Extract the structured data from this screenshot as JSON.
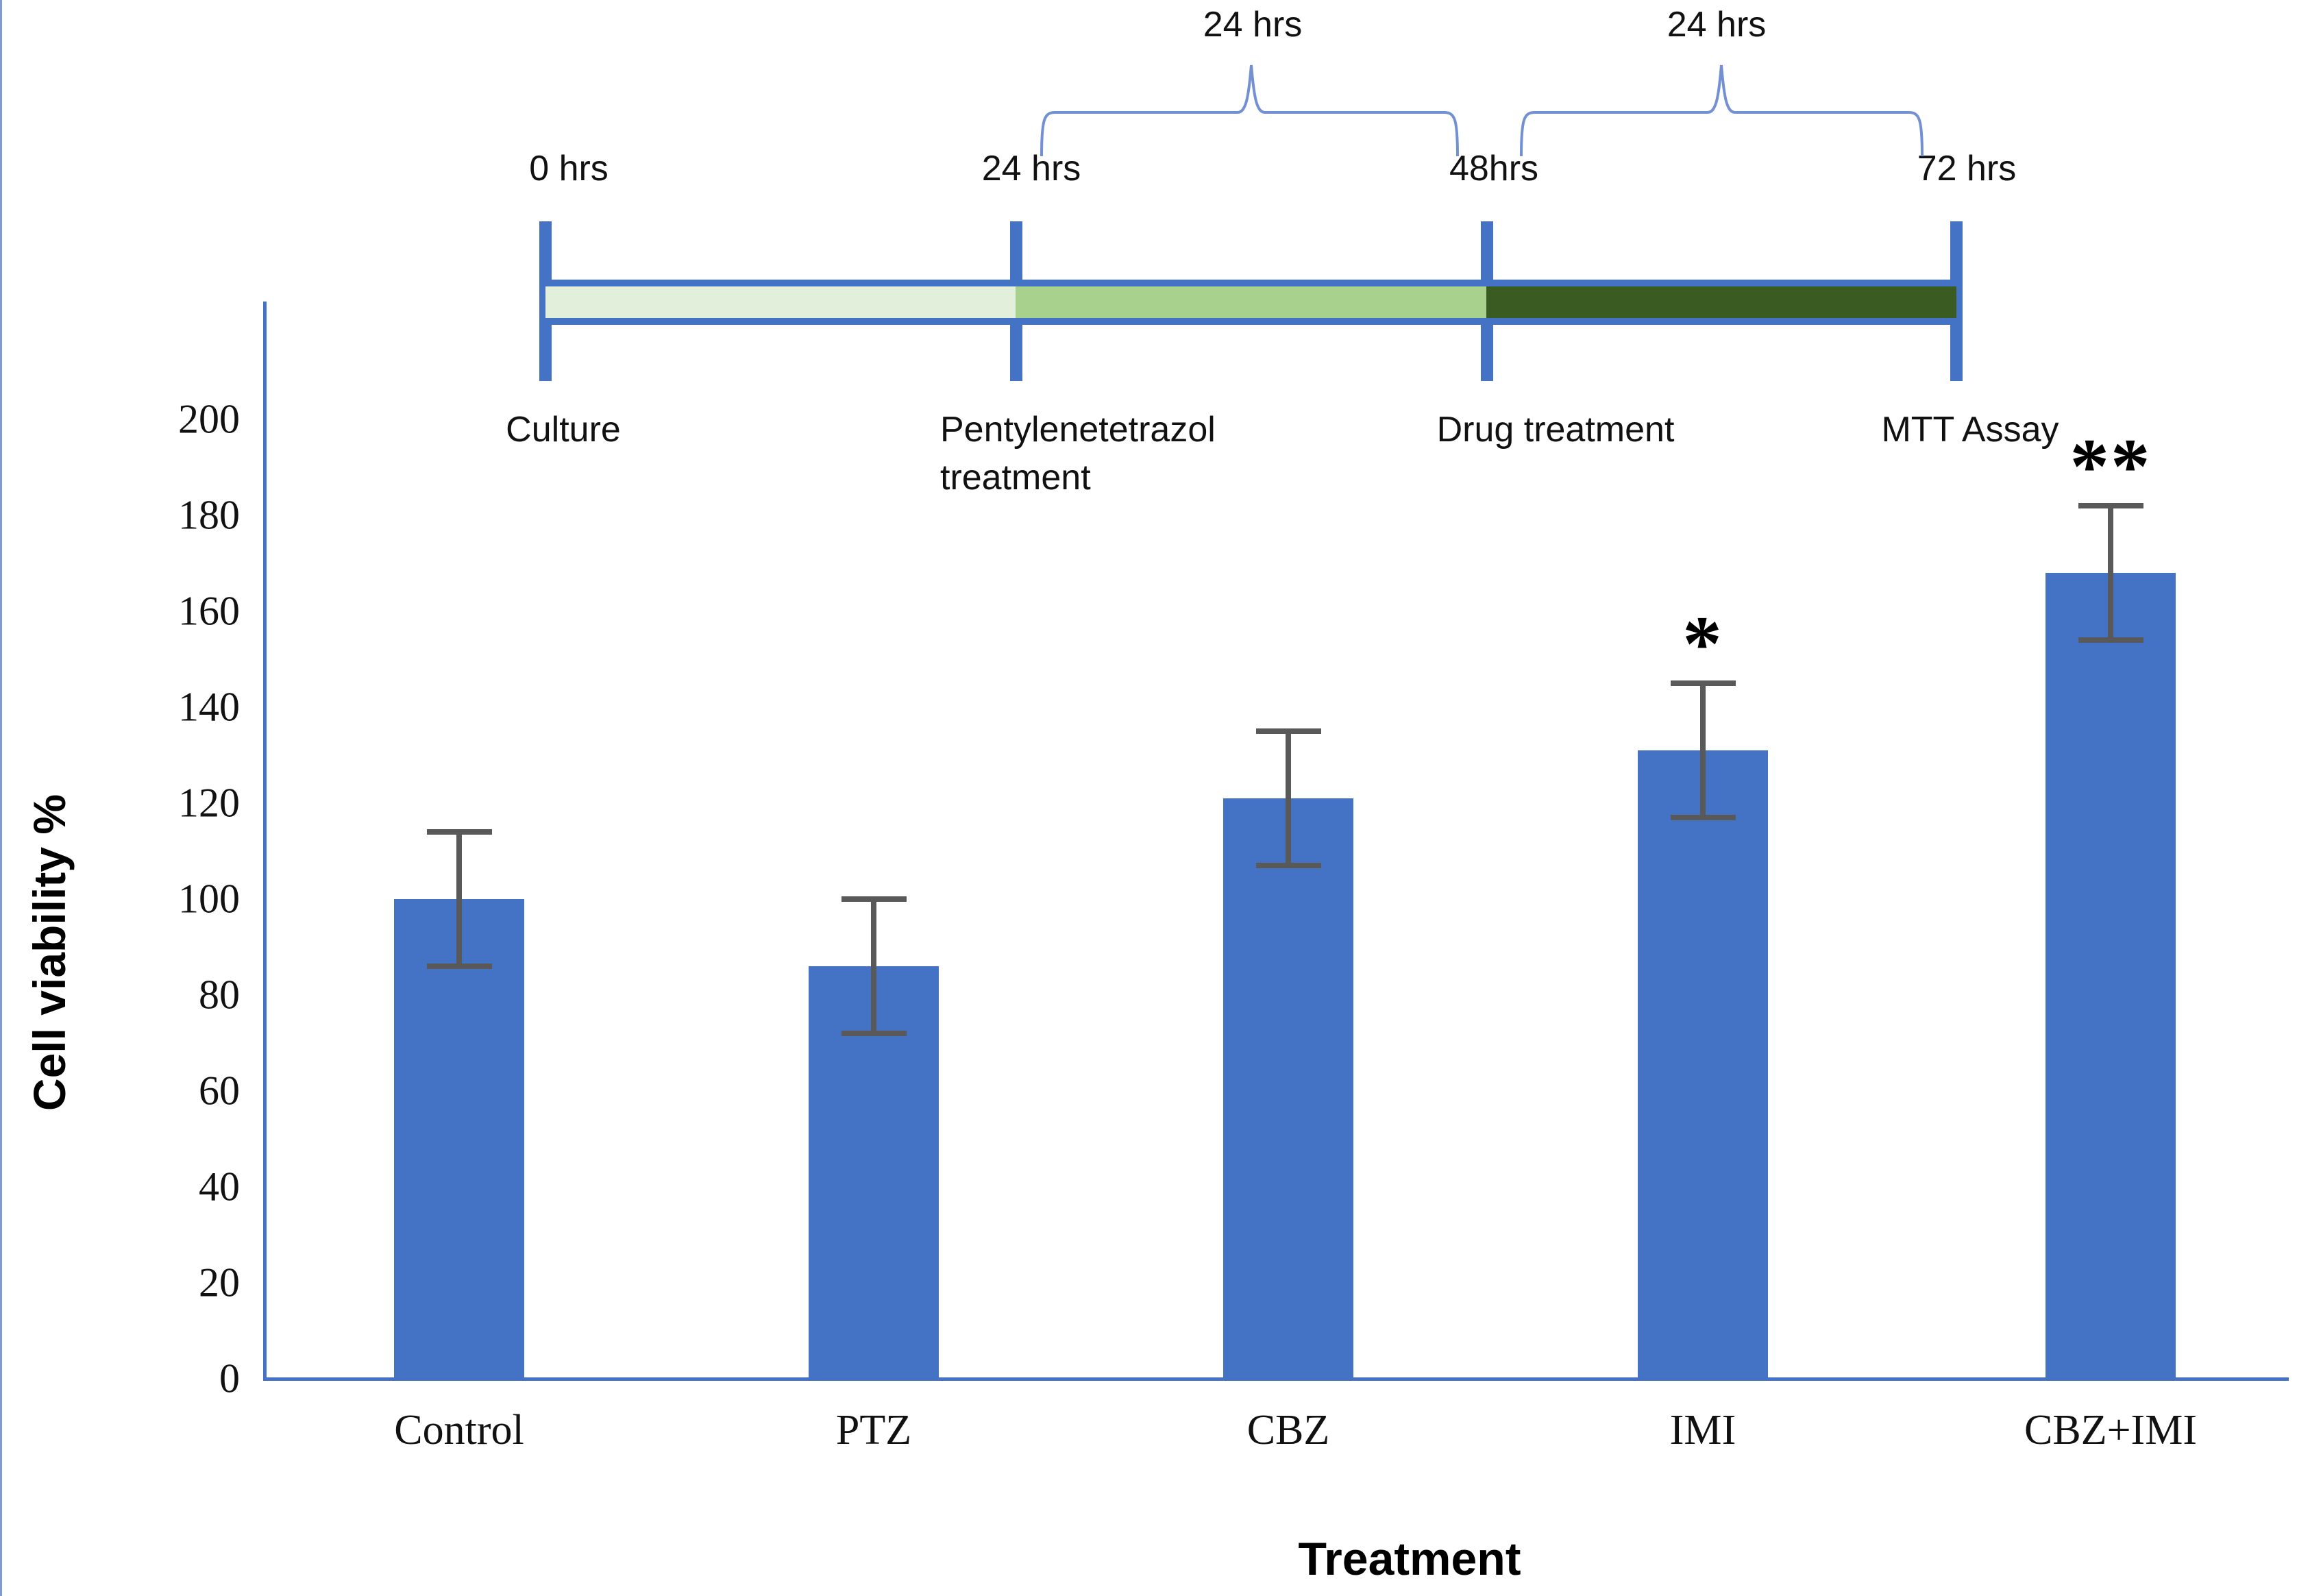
{
  "timeline": {
    "time_labels": [
      "0 hrs",
      "24 hrs",
      "48hrs",
      "72 hrs"
    ],
    "phase_labels": [
      "Culture",
      "Pentylenetetrazol treatment",
      "Drug treatment",
      "MTT Assay"
    ],
    "duration_braces": [
      "24 hrs",
      "24 hrs"
    ],
    "segment_colors": [
      "#e2efda",
      "#a9d18e",
      "#3a5b22"
    ],
    "frame_color": "#4472c4",
    "brace_color": "#7290d2"
  },
  "chart_data": {
    "type": "bar",
    "categories": [
      "Control",
      "PTZ",
      "CBZ",
      "IMI",
      "CBZ+IMI"
    ],
    "values": [
      100,
      86,
      121,
      131,
      168
    ],
    "error_bars": [
      14,
      14,
      14,
      14,
      14
    ],
    "significance": [
      "",
      "",
      "",
      "*",
      "**"
    ],
    "xlabel": "Treatment",
    "ylabel": "Cell viability %",
    "ylim": [
      0,
      200
    ],
    "ytick_step": 20,
    "grid": false,
    "legend": "none",
    "bar_color": "#4472c4",
    "error_color": "#595959",
    "axis_color": "#4472c4"
  }
}
